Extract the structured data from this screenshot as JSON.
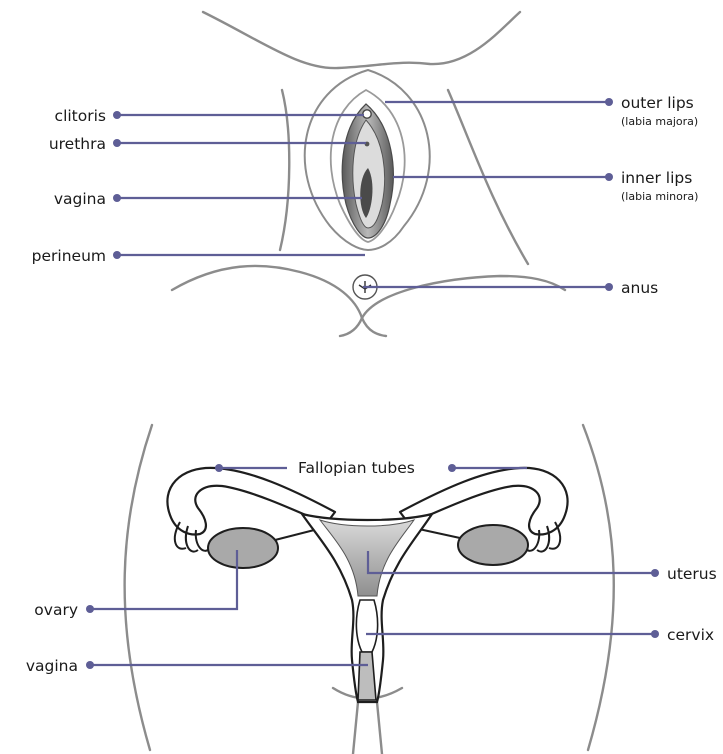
{
  "external": {
    "labels": {
      "clitoris": "clitoris",
      "urethra": "urethra",
      "vagina": "vagina",
      "perineum": "perineum",
      "outer_lips": "outer lips",
      "outer_lips_sub": "(labia majora)",
      "inner_lips": "inner lips",
      "inner_lips_sub": "(labia minora)",
      "anus": "anus"
    }
  },
  "internal": {
    "labels": {
      "fallopian_tubes": "Fallopian tubes",
      "uterus": "uterus",
      "ovary": "ovary",
      "cervix": "cervix",
      "vagina": "vagina"
    }
  },
  "colors": {
    "leader": "#5e5e96",
    "body_outline": "#8c8c8c",
    "organ_fill": "#a9a9a9",
    "organ_outline": "#1e1e1e"
  }
}
